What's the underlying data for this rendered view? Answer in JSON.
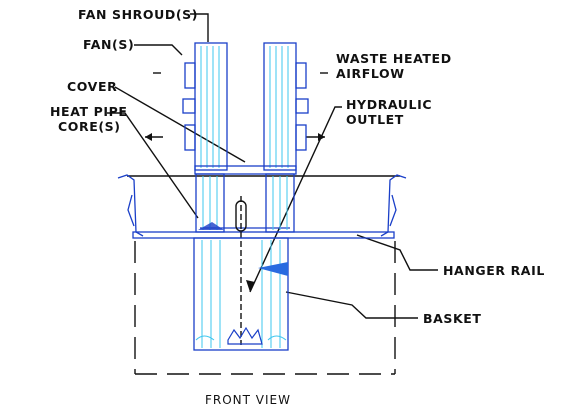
{
  "labels": {
    "fan_shroud": "FAN SHROUD(S)",
    "fans": "FAN(S)",
    "waste_heated_1": "WASTE HEATED",
    "waste_heated_2": "AIRFLOW",
    "cover": "COVER",
    "hydraulic_1": "HYDRAULIC",
    "hydraulic_2": "OUTLET",
    "heat_pipe_1": "HEAT PIPE",
    "heat_pipe_2": "CORE(S)",
    "hanger_rail": "HANGER RAIL",
    "basket": "BASKET",
    "view_title": "FRONT VIEW"
  },
  "colors": {
    "outline": "#1a3fc8",
    "fill_light": "#3ec7ef",
    "linework": "#111111"
  }
}
